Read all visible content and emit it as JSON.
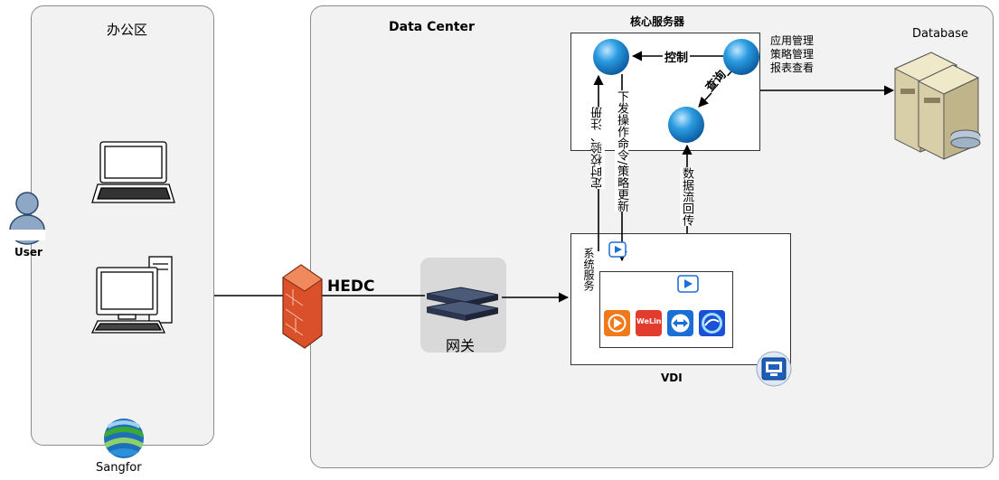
{
  "office": {
    "title": "办公区"
  },
  "user": {
    "label": "User"
  },
  "brand": {
    "label": "Sangfor"
  },
  "datacenter": {
    "title": "Data Center"
  },
  "core": {
    "title": "核心服务器"
  },
  "core_menu": [
    "应用管理",
    "策略管理",
    "报表查看"
  ],
  "database": {
    "label": "Database"
  },
  "firewall": {
    "label": "HEDC"
  },
  "gateway": {
    "label": "网关"
  },
  "vdi": {
    "label": "VDI"
  },
  "system_service": {
    "label": "系统服务"
  },
  "edges": {
    "control": "控制",
    "query": "查询",
    "register": "定时校验、注册",
    "command": "下发操作命令/策略更新",
    "dataflow": "数据流回传"
  },
  "apps": {
    "welink": "WeLink"
  },
  "colors": {
    "panel_bg": "#f2f2f2",
    "globe": "#1a8fd8",
    "firewall": "#d9502a",
    "sangfor_green": "#3aaa35",
    "sangfor_blue": "#1e6fba"
  }
}
